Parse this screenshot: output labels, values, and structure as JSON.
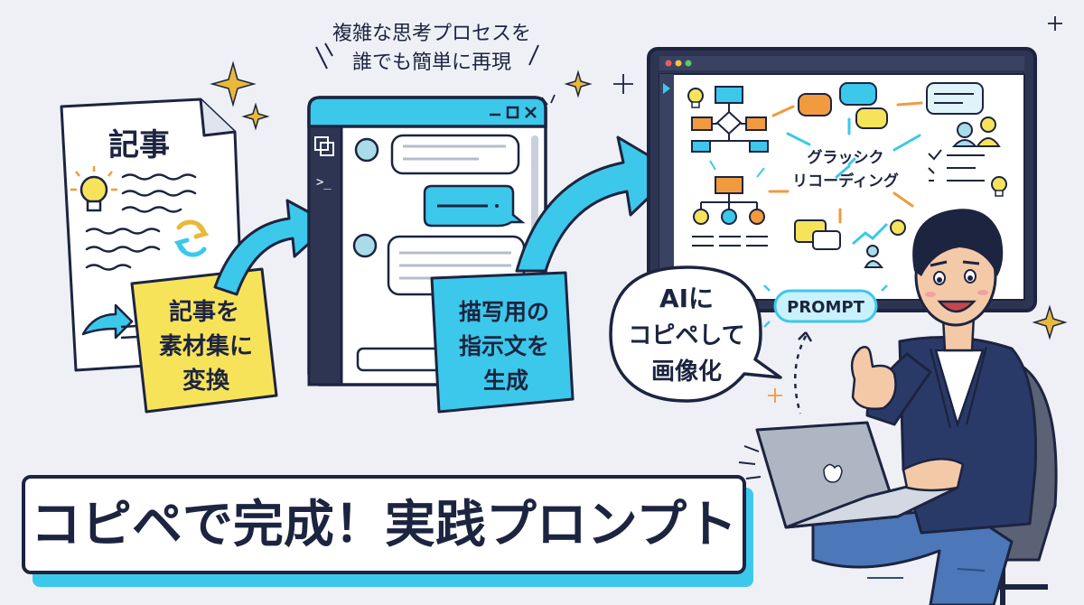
{
  "top_caption": [
    "複雑な思考プロセスを",
    "誰でも簡単に再現"
  ],
  "document": {
    "title": "記事"
  },
  "note_yellow": [
    "記事を",
    "素材集に",
    "変換"
  ],
  "chat_window": {
    "terminal_prompt": ">_"
  },
  "note_cyan": [
    "描写用の",
    "指示文を",
    "生成"
  ],
  "whiteboard": {
    "label": [
      "グラッシク",
      "リコーディング"
    ]
  },
  "speech_bubble": [
    "AIに",
    "コピペして",
    "画像化"
  ],
  "prompt_badge": "PROMPT",
  "banner": "コピペで完成！実践プロンプト",
  "colors": {
    "navy": "#1c2440",
    "cyan": "#3cc8ea",
    "yellow": "#f7e35a",
    "gold": "#e8b93a",
    "orange": "#f19a3e",
    "background": "#eef0f6"
  }
}
